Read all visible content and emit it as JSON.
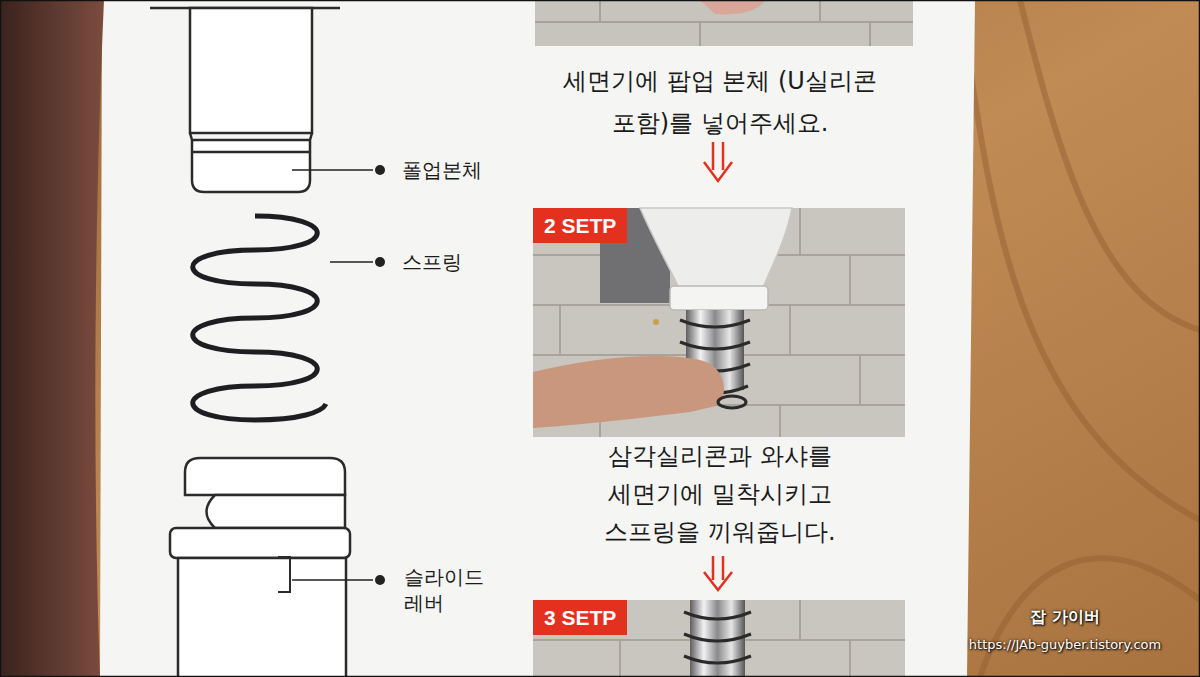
{
  "diagram": {
    "nodes": [
      {
        "text": [
          "2 SETP"
        ]
      },
      {
        "text": [
          "3 SETP"
        ]
      }
    ],
    "labels": [
      "폴업본체",
      "스프링",
      "슬라이드 레버",
      "세면기에 팝업 본체 (U실리콘 포함)를 넣어주세요.",
      "삼각실리콘과 와샤를 세면기에 밀착시키고 스프링을 끼워줍니다.",
      "잡 가이버",
      "https://JAb-guyber.tistory.com"
    ]
  }
}
